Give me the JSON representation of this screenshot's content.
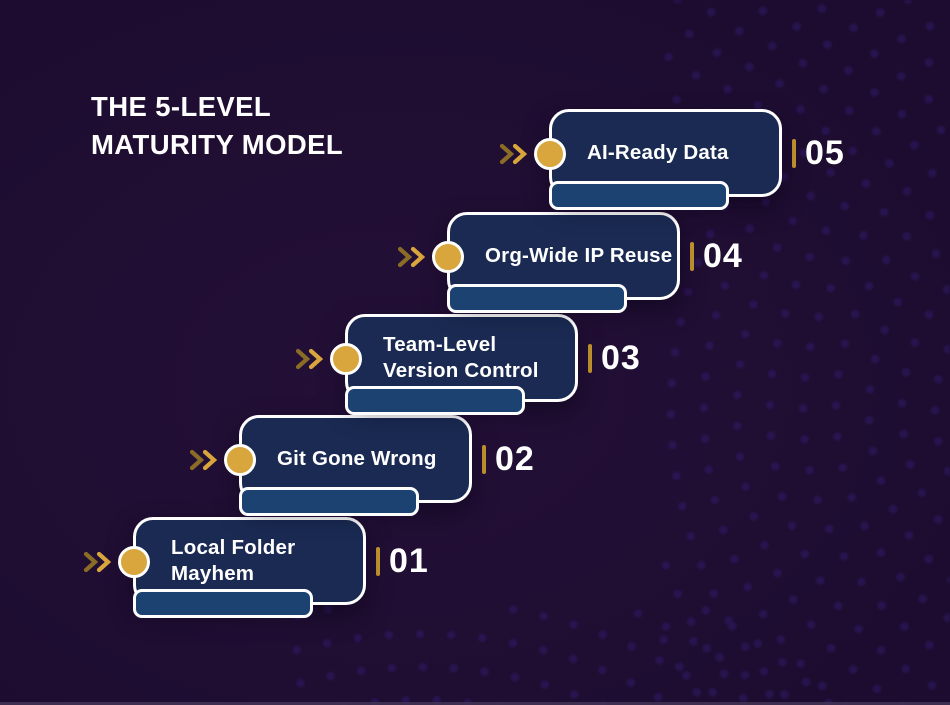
{
  "title": {
    "line1": "THE 5-LEVEL",
    "line2": "MATURITY MODEL"
  },
  "steps": [
    {
      "number": "01",
      "line1": "Local Folder",
      "line2": "Mayhem"
    },
    {
      "number": "02",
      "line1": "Git Gone Wrong",
      "line2": ""
    },
    {
      "number": "03",
      "line1": "Team-Level",
      "line2": "Version Control"
    },
    {
      "number": "04",
      "line1": "Org-Wide IP Reuse",
      "line2": ""
    },
    {
      "number": "05",
      "line1": "AI-Ready Data",
      "line2": ""
    }
  ],
  "colors": {
    "background": "#241037",
    "box_fill": "#1A2A52",
    "shelf_fill": "#1B4270",
    "gold": "#D8A63C",
    "gold_dark": "#8A6C26",
    "gold_bar": "#C9992F",
    "text": "#FFFFFF",
    "dots": "#3B2488"
  }
}
